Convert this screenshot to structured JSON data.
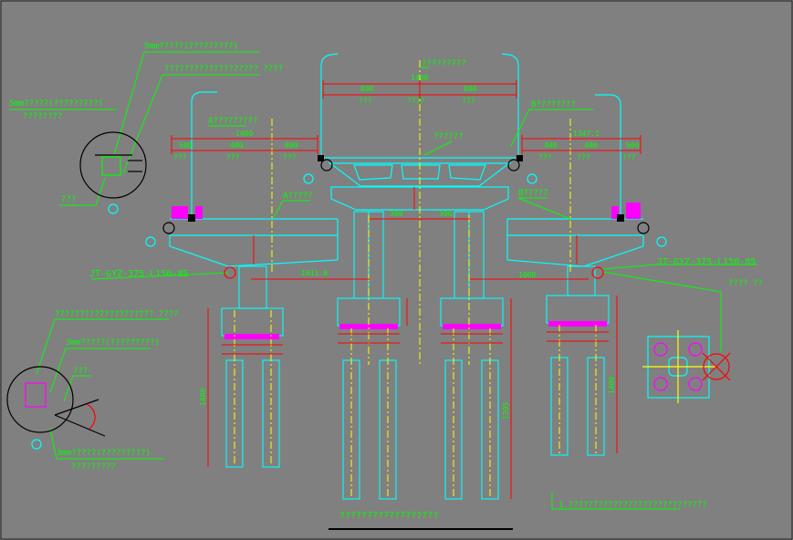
{
  "colors": {
    "background": "#808080",
    "structure": "#00ffff",
    "dimension": "#ff0000",
    "annotation": "#00ff00",
    "centerline": "#ffff00",
    "bearing": "#ff00ff",
    "detail_black": "#000000"
  },
  "labels": {
    "top_left_note_1": "5mm?????(?????????)",
    "top_left_note_2": "??????????????????? ????",
    "left_note_1": "5mm?????(?????????)",
    "left_note_2": "????????",
    "left_small_1": "???",
    "top_center_note": "?????????",
    "center_left_note": "A?????????",
    "center_right_note": "B????????",
    "center_small_note": "??????",
    "mid_left_note": "A?????",
    "mid_right_note": "B?????",
    "left_model": "JT-GYZ-375-L150-85",
    "right_model": "JT-GYZ-375-L150-85",
    "right_small": "???? ??",
    "lower_left_note_1": "???????????????????? ????",
    "lower_left_note_2": "3mm?????(?????????)",
    "lower_left_small": "???",
    "lower_left_note_3": "3mm?????(?????????)",
    "lower_left_note_4": "?????????",
    "bottom_right_note": "1.????????????????????????????",
    "bottom_title": "??????????????????"
  },
  "dimensions": {
    "top_total": "1490",
    "top_left": "800",
    "top_right": "800",
    "top_sub_left": "???",
    "top_sub_mid": "????",
    "top_sub_right": "???",
    "left_total": "1400",
    "left_a": "500",
    "left_b": "400",
    "left_c": "800",
    "left_sub_a": "???",
    "left_sub_b": "???",
    "left_sub_c": "???",
    "right_total": "1347.1",
    "right_a": "400",
    "right_b": "400",
    "right_c": "500",
    "right_sub_a": "???",
    "right_sub_b": "???",
    "right_sub_c": "???",
    "pier_left": "1011.8",
    "pier_right": "1008",
    "cap_a": "300",
    "cap_b": "300",
    "left_height": "1400",
    "right_height": "1400",
    "center_height": "1395"
  }
}
